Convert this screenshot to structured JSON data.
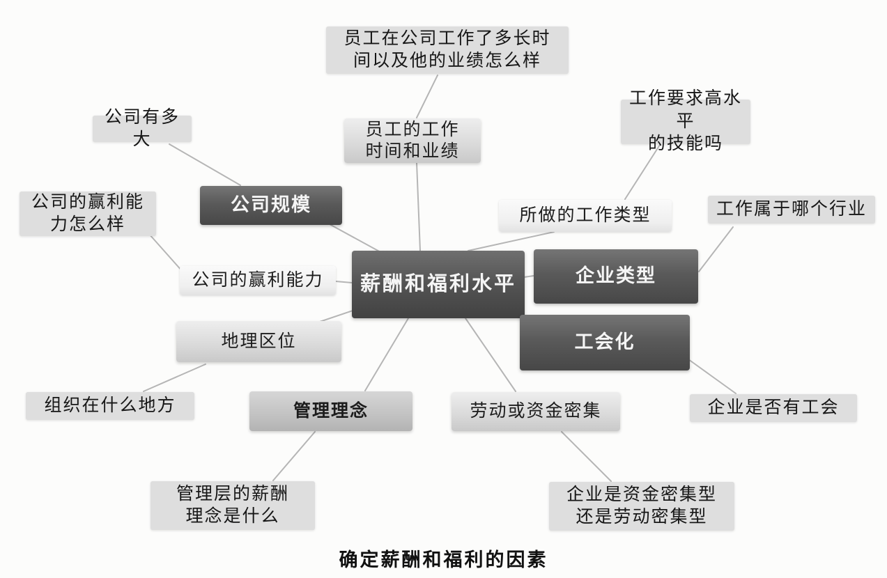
{
  "caption": "确定薪酬和福利的因素",
  "colors": {
    "dark_box": "#5a5a5a",
    "light_box": "#d9d9d9",
    "line": "#b5b5b5",
    "text_dark": "#1c1c1c",
    "text_light": "#f5f5f5"
  },
  "nodes": {
    "center": {
      "label": "薪酬和福利水平"
    },
    "company_size": {
      "label": "公司规模",
      "note": "公司有多大"
    },
    "work_time": {
      "label": "员工的工作\n时间和业绩",
      "note": "员工在公司工作了多长时\n间以及他的业绩怎么样"
    },
    "work_type": {
      "label": "所做的工作类型",
      "note": "工作要求高水平\n的技能吗"
    },
    "industry": {
      "label": "企业类型",
      "note": "工作属于哪个行业"
    },
    "union": {
      "label": "工会化",
      "note": "企业是否有工会"
    },
    "labor_capital": {
      "label": "劳动或资金密集",
      "note": "企业是资金密集型\n还是劳动密集型"
    },
    "management": {
      "label": "管理理念",
      "note": "管理层的薪酬\n理念是什么"
    },
    "geography": {
      "label": "地理区位",
      "note": "组织在什么地方"
    },
    "profitability": {
      "label": "公司的赢利能力",
      "note": "公司的赢利能\n力怎么样"
    }
  }
}
